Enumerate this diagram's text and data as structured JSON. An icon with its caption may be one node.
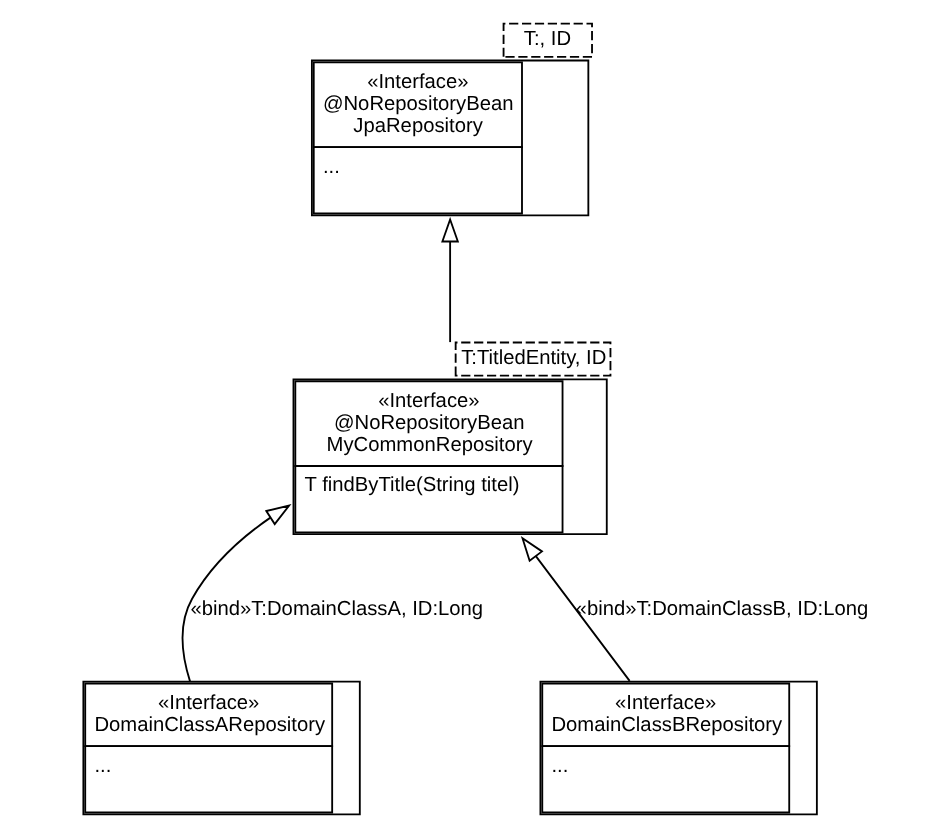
{
  "diagram": {
    "nodes": [
      {
        "text": [
          "«Interface» @NoRepositoryBean JpaRepository",
          "..."
        ],
        "beside": [
          "T:, ID"
        ]
      },
      {
        "text": [
          "«Interface» @NoRepositoryBean MyCommonRepository",
          "T findByTitle(String titel)"
        ],
        "beside": [
          "T:TitledEntity, ID"
        ]
      },
      {
        "text": [
          "«Interface» DomainClassARepository",
          "..."
        ]
      },
      {
        "text": [
          "«Interface» DomainClassBRepository",
          "..."
        ]
      }
    ],
    "edges": [
      {
        "from": 1,
        "to": 0,
        "arrow": "to"
      },
      {
        "from": 2,
        "to": 1,
        "arrow": "to",
        "label": "«bind»T:DomainClassA, ID:Long"
      },
      {
        "from": 3,
        "to": 1,
        "arrow": "to",
        "label": "«bind»T:DomainClassB, ID:Long"
      }
    ]
  }
}
